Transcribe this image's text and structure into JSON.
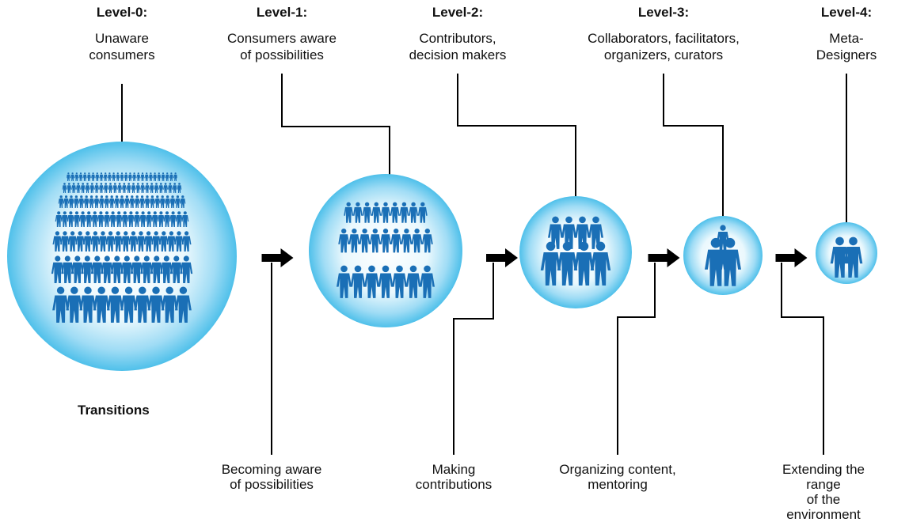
{
  "levels": [
    {
      "title": "Level-0:",
      "desc": "Unaware\nconsumers"
    },
    {
      "title": "Level-1:",
      "desc": "Consumers aware\nof possibilities"
    },
    {
      "title": "Level-2:",
      "desc": "Contributors,\ndecision makers"
    },
    {
      "title": "Level-3:",
      "desc": "Collaborators, facilitators,\norganizers, curators"
    },
    {
      "title": "Level-4:",
      "desc": "Meta-\nDesigners"
    }
  ],
  "transitions_heading": "Transitions",
  "transitions": [
    {
      "label": "Becoming aware\nof possibilities"
    },
    {
      "label": "Making\ncontributions"
    },
    {
      "label": "Organizing content,\nmentoring"
    },
    {
      "label": "Extending the range\nof the environment"
    }
  ],
  "colors": {
    "person": "#1a6fb6",
    "sphere_light": "#ffffff",
    "sphere_dark": "#55c3ec",
    "line": "#000000"
  },
  "icons": {
    "person": "person-icon",
    "arrow": "arrow-right-icon"
  }
}
